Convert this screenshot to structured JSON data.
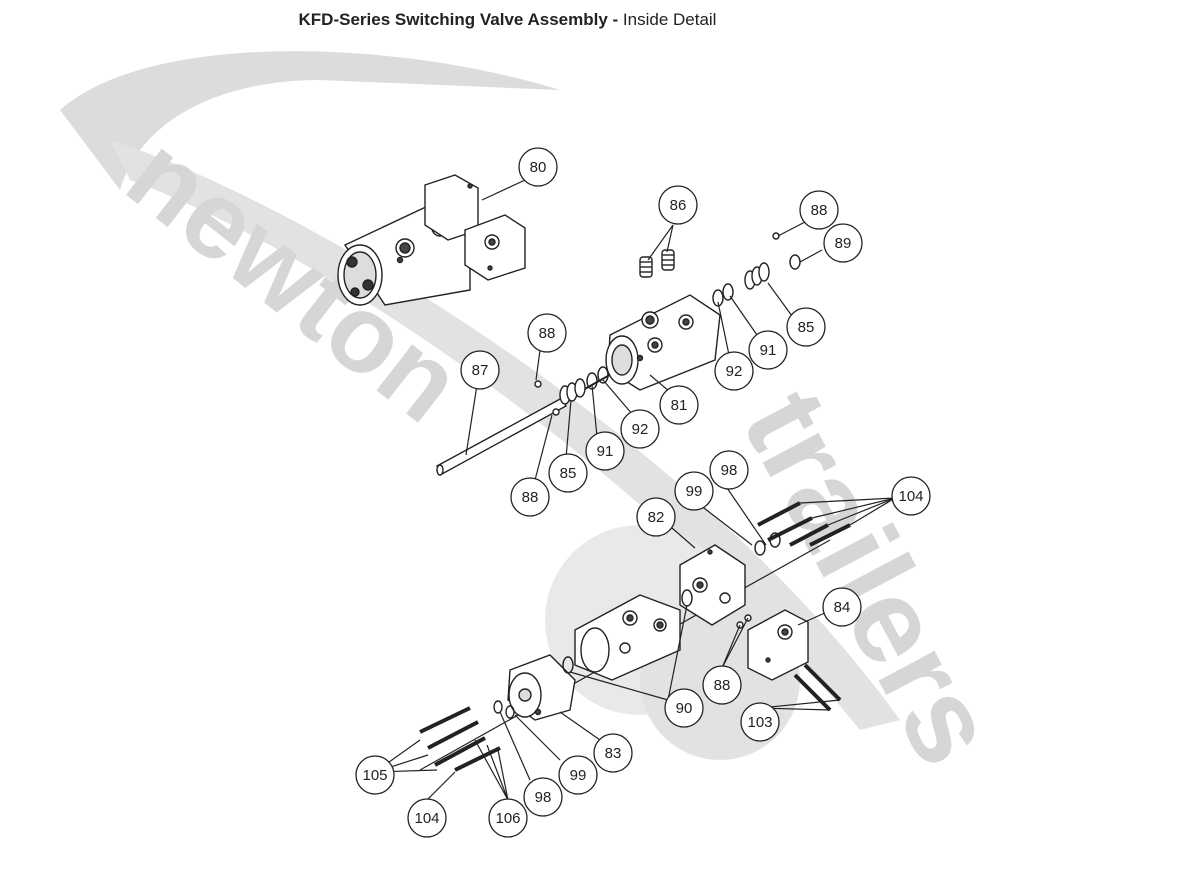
{
  "title": {
    "bold": "KFD-Series Switching Valve Assembly -",
    "light": "Inside Detail"
  },
  "watermark": {
    "word1": "newton",
    "word2": "trailers",
    "color": "#d0d0d0"
  },
  "callouts": [
    {
      "id": "c80a",
      "label": "80"
    },
    {
      "id": "c86a",
      "label": "86"
    },
    {
      "id": "c88a",
      "label": "88"
    },
    {
      "id": "c89a",
      "label": "89"
    },
    {
      "id": "c88b",
      "label": "88"
    },
    {
      "id": "c85a",
      "label": "85"
    },
    {
      "id": "c87a",
      "label": "87"
    },
    {
      "id": "c91a",
      "label": "91"
    },
    {
      "id": "c92a",
      "label": "92"
    },
    {
      "id": "c81a",
      "label": "81"
    },
    {
      "id": "c92b",
      "label": "92"
    },
    {
      "id": "c91b",
      "label": "91"
    },
    {
      "id": "c85b",
      "label": "85"
    },
    {
      "id": "c88c",
      "label": "88"
    },
    {
      "id": "c98a",
      "label": "98"
    },
    {
      "id": "c99a",
      "label": "99"
    },
    {
      "id": "c104a",
      "label": "104"
    },
    {
      "id": "c82a",
      "label": "82"
    },
    {
      "id": "c84a",
      "label": "84"
    },
    {
      "id": "c88d",
      "label": "88"
    },
    {
      "id": "c90a",
      "label": "90"
    },
    {
      "id": "c103a",
      "label": "103"
    },
    {
      "id": "c83a",
      "label": "83"
    },
    {
      "id": "c105a",
      "label": "105"
    },
    {
      "id": "c99b",
      "label": "99"
    },
    {
      "id": "c98b",
      "label": "98"
    },
    {
      "id": "c104b",
      "label": "104"
    },
    {
      "id": "c106a",
      "label": "106"
    }
  ]
}
